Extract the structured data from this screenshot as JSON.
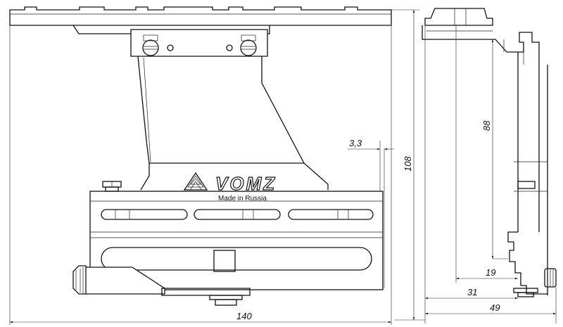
{
  "brand": {
    "name": "VOMZ",
    "tagline": "Made in Russia"
  },
  "dimensions": {
    "offset": "3,3",
    "overall_height": "108",
    "bracket_height": "88",
    "depth_inner": "19",
    "depth_mid": "31",
    "depth_total": "49",
    "overall_length": "140"
  }
}
